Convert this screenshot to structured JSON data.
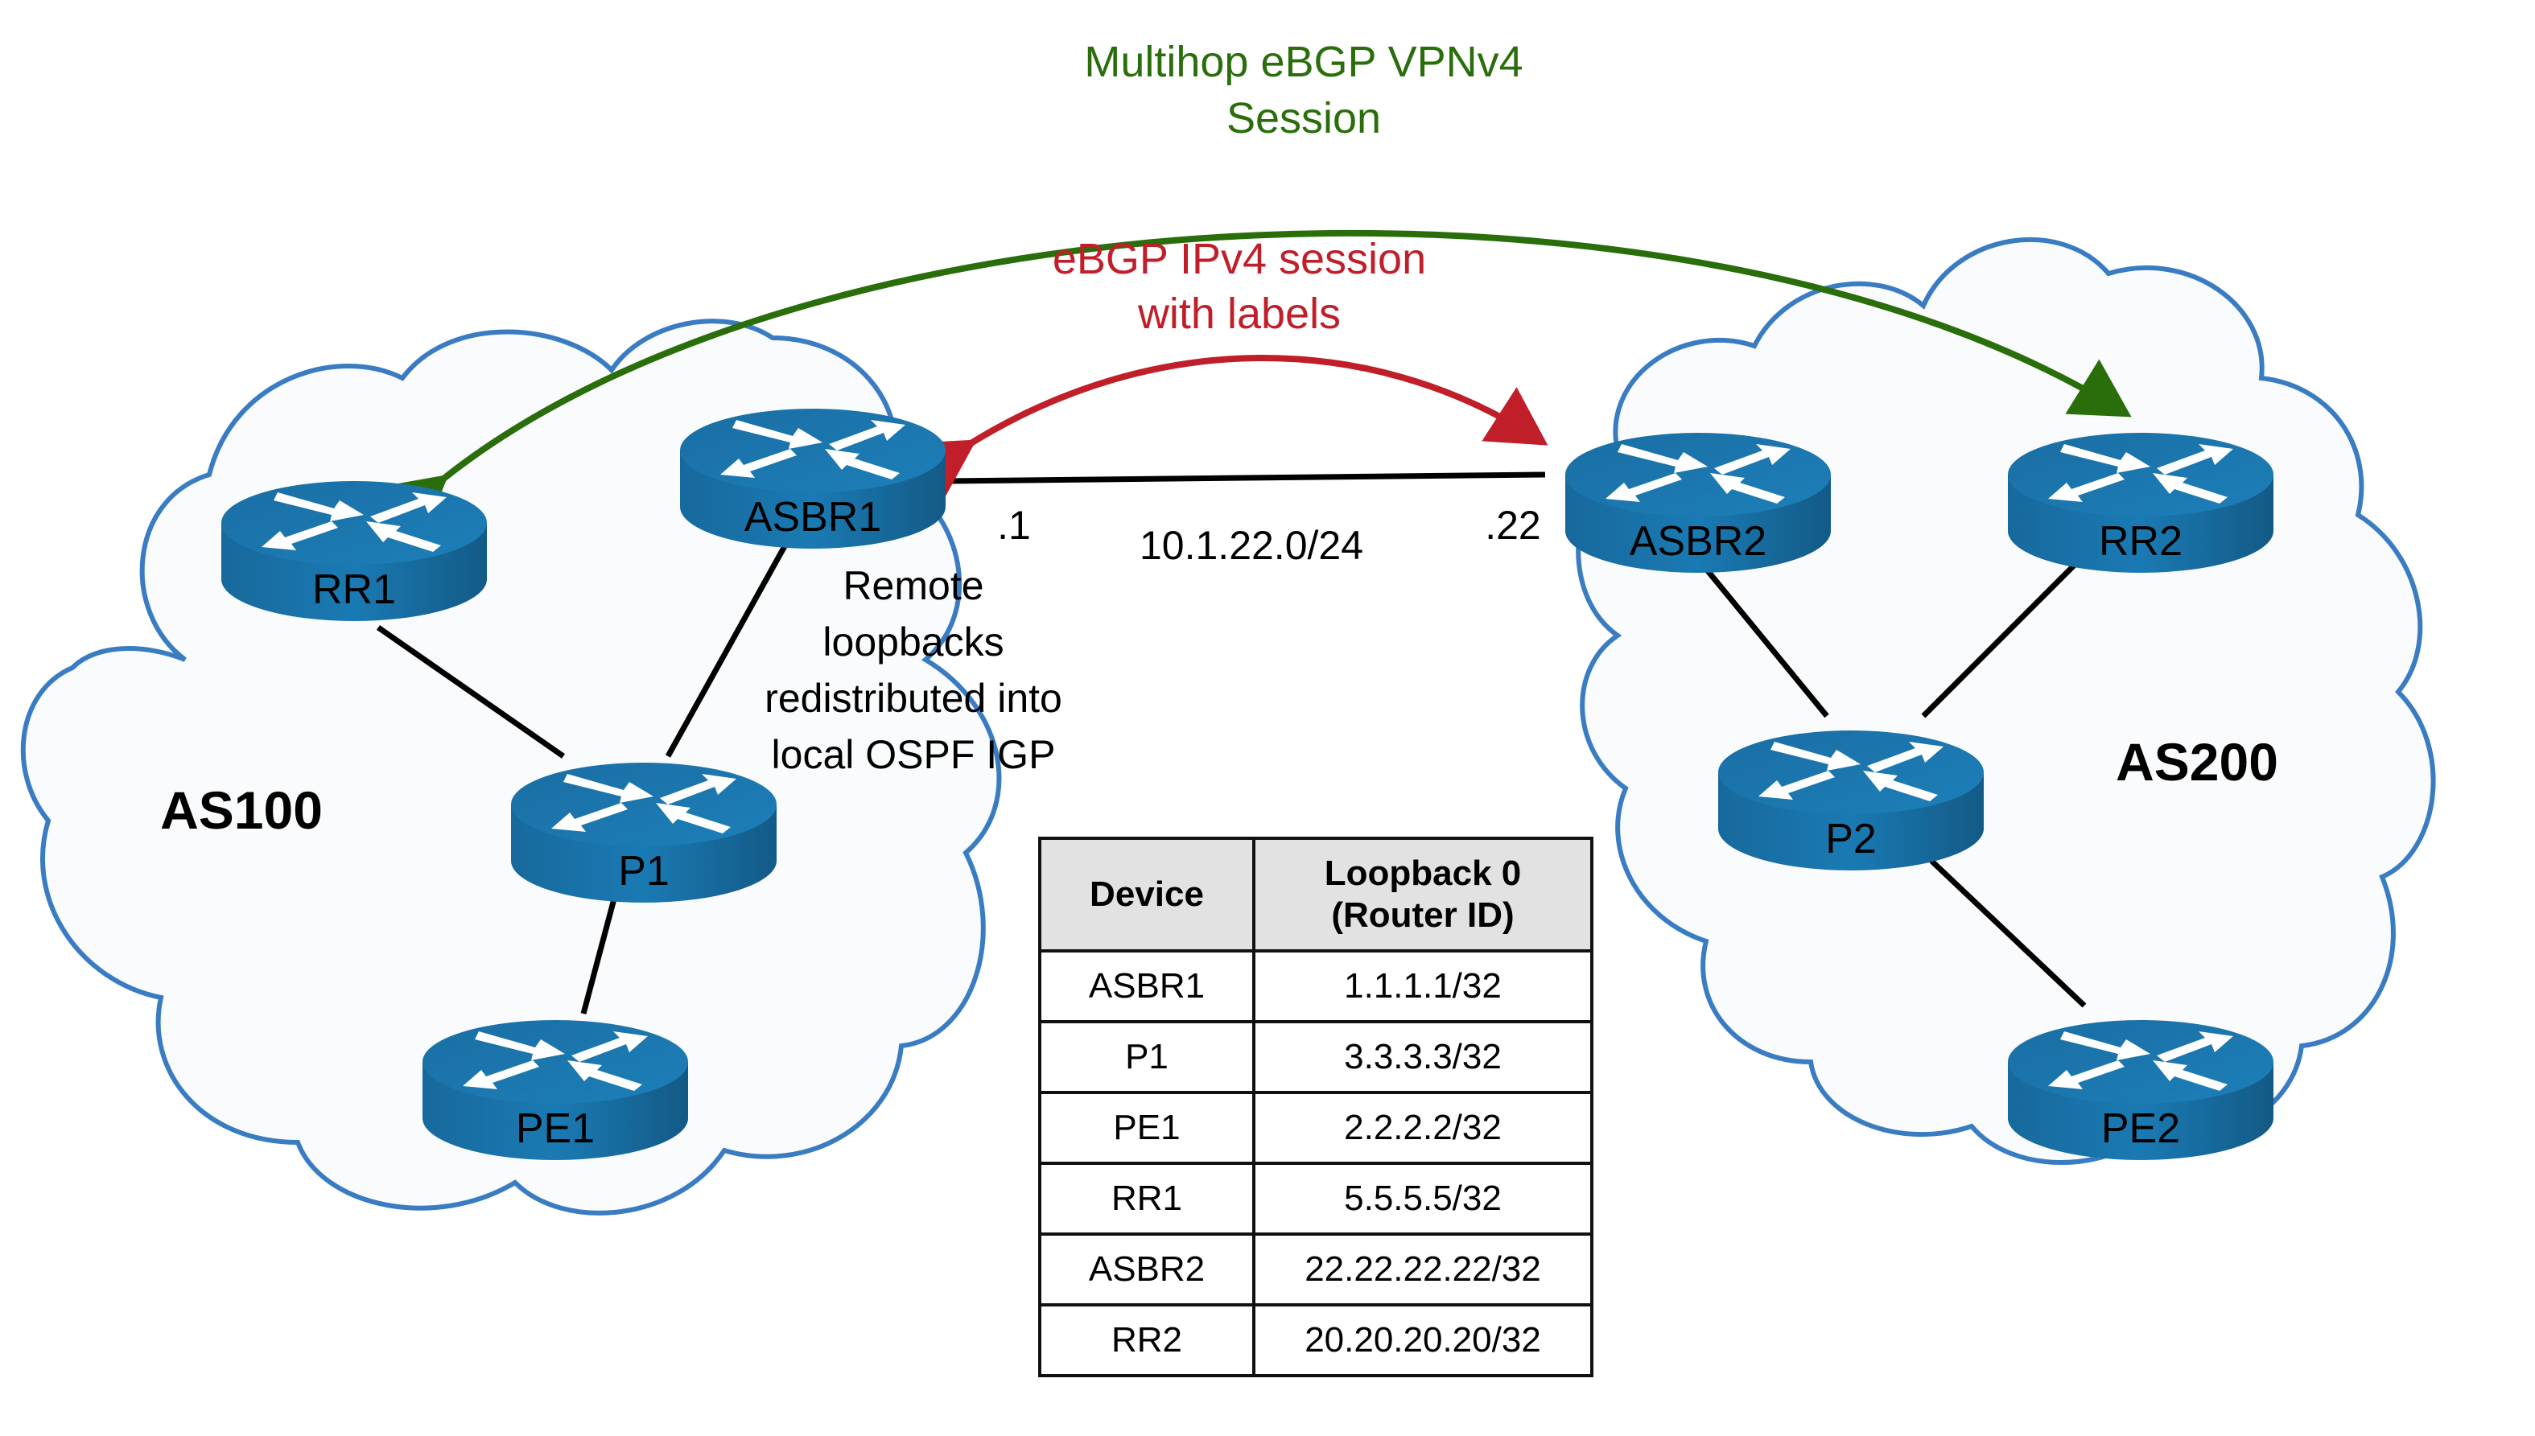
{
  "colors": {
    "cloud_stroke": "#3a7cc2",
    "cloud_fill": "#fafbfc",
    "router_blue": "#1a76ad",
    "router_dark": "#155d89",
    "vpnv4_green": "#2a6e0b",
    "ipv4_red": "#c01f2a",
    "link_black": "#000000"
  },
  "annotations": {
    "multihop_line1": "Multihop eBGP VPNv4",
    "multihop_line2": "Session",
    "ebgp_line1": "eBGP IPv4 session",
    "ebgp_line2": "with labels",
    "remote_line1": "Remote",
    "remote_line2": "loopbacks",
    "remote_line3": "redistributed into",
    "remote_line4": "local OSPF IGP",
    "subnet": "10.1.22.0/24",
    "asbr1_host": ".1",
    "asbr2_host": ".22"
  },
  "autonomous_systems": [
    {
      "label": "AS100"
    },
    {
      "label": "AS200"
    }
  ],
  "routers": {
    "rr1": "RR1",
    "asbr1": "ASBR1",
    "p1": "P1",
    "pe1": "PE1",
    "asbr2": "ASBR2",
    "rr2": "RR2",
    "p2": "P2",
    "pe2": "PE2"
  },
  "table": {
    "headers": [
      "Device",
      "Loopback 0",
      "(Router ID)"
    ],
    "rows": [
      {
        "device": "ASBR1",
        "loopback": "1.1.1.1/32"
      },
      {
        "device": "P1",
        "loopback": "3.3.3.3/32"
      },
      {
        "device": "PE1",
        "loopback": "2.2.2.2/32"
      },
      {
        "device": "RR1",
        "loopback": "5.5.5.5/32"
      },
      {
        "device": "ASBR2",
        "loopback": "22.22.22.22/32"
      },
      {
        "device": "RR2",
        "loopback": "20.20.20.20/32"
      }
    ]
  }
}
